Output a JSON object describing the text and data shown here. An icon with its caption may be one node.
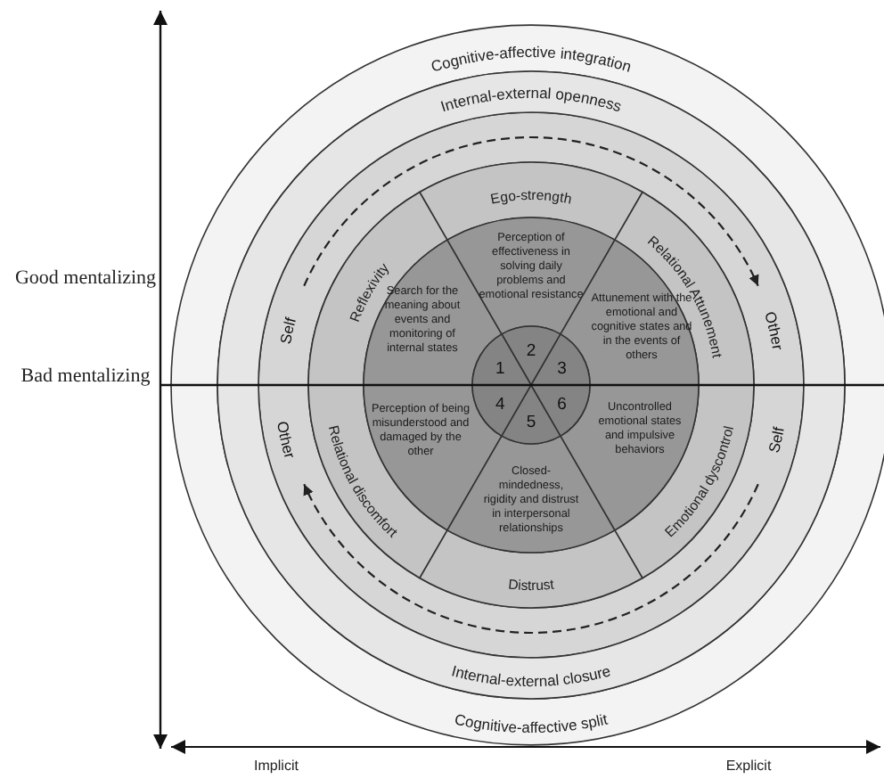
{
  "diagram": {
    "nodes": [
      {
        "text": [
          "Cognitive-affective integration"
        ]
      },
      {
        "text": [
          "Internal-external openness"
        ]
      },
      {
        "text": [
          "Self"
        ]
      },
      {
        "text": [
          "Reflexivity"
        ]
      },
      {
        "text": [
          "Ego-strength"
        ]
      },
      {
        "text": [
          "Relational Attunement"
        ]
      },
      {
        "text": [
          "Other"
        ]
      },
      {
        "text": [
          "Search for the meaning about events and monitoring of internal states"
        ]
      },
      {
        "text": [
          "Perception of effectiveness in solving daily problems and emotional resistance"
        ]
      },
      {
        "text": [
          "Attunement with the emotional and cognitive states and in the events of others"
        ]
      },
      {
        "text": [
          "2"
        ]
      },
      {
        "text": [
          "1"
        ]
      },
      {
        "text": [
          "3"
        ]
      },
      {
        "text": [
          "4"
        ]
      },
      {
        "text": [
          "5"
        ]
      },
      {
        "text": [
          "6"
        ]
      },
      {
        "text": [
          "Perception of being misunderstood and damaged by the other"
        ]
      },
      {
        "text": [
          "Uncontrolled emotional states and impulsive behaviors"
        ]
      },
      {
        "text": [
          "Closed-mindedness, rigidity and distrust in interpersonal relationships"
        ]
      },
      {
        "text": [
          "Other"
        ]
      },
      {
        "text": [
          "Relational discomfort"
        ]
      },
      {
        "text": [
          "Emotional dyscontrol"
        ]
      },
      {
        "text": [
          "Self"
        ]
      },
      {
        "text": [
          "Distrust"
        ]
      },
      {
        "text": [
          "Internal-external closure"
        ]
      },
      {
        "text": [
          "Cognitive-affective split"
        ]
      }
    ],
    "edges": [
      {
        "from": 2,
        "to": 6,
        "arrow": "to",
        "style": "dashed"
      },
      {
        "from": 22,
        "to": 19,
        "arrow": "to",
        "style": "dashed"
      }
    ],
    "labels": [
      "Good mentalizing",
      "Bad mentalizing",
      "Implicit",
      "Explicit"
    ]
  }
}
